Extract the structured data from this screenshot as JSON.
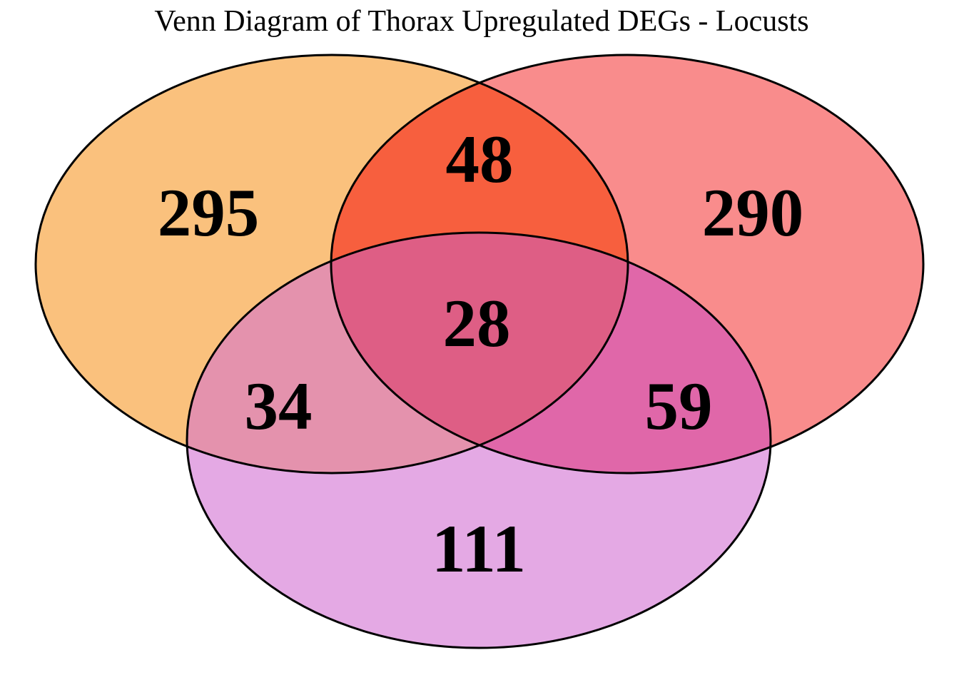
{
  "chart_data": {
    "type": "venn",
    "title": "Venn Diagram of Thorax Upregulated DEGs - Locusts",
    "sets_count": 3,
    "legend": "none",
    "background": "#FFFFFF",
    "outline_color": "#000000",
    "label_color": "#000000",
    "regions": {
      "a_only": {
        "value": 295,
        "color": "#FAC17D"
      },
      "b_only": {
        "value": 290,
        "color": "#F98C8C"
      },
      "c_only": {
        "value": 111,
        "color": "#E4A9E4"
      },
      "a_b": {
        "value": 48,
        "color": "#F75F3E"
      },
      "a_c": {
        "value": 34,
        "color": "#E492AD"
      },
      "b_c": {
        "value": 59,
        "color": "#E067A9"
      },
      "a_b_c": {
        "value": 28,
        "color": "#DE5E85"
      }
    }
  }
}
